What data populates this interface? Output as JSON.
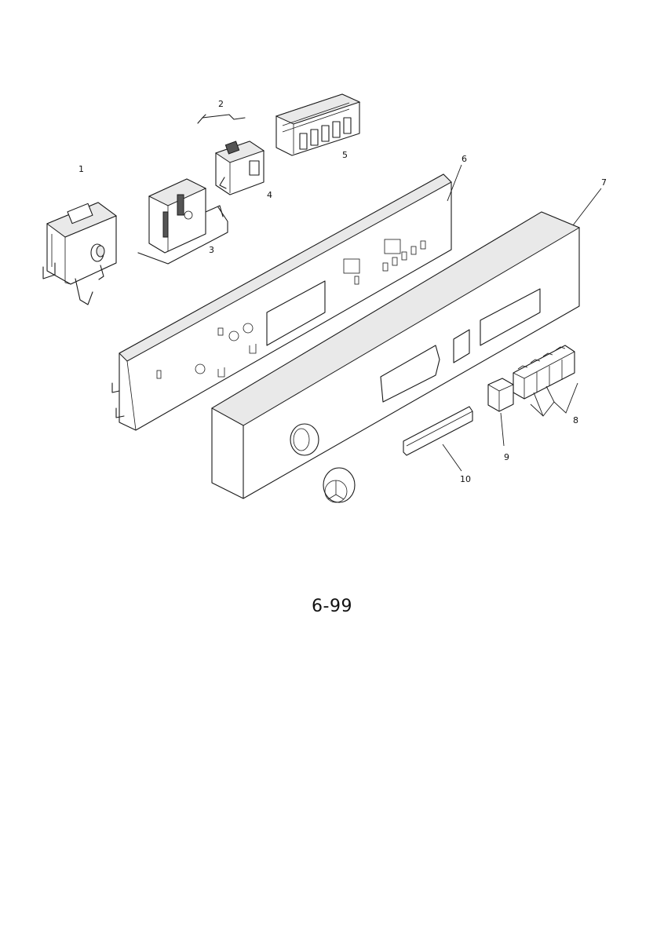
{
  "diagram": {
    "callouts": [
      {
        "id": "1",
        "text": "1"
      },
      {
        "id": "2",
        "text": "2"
      },
      {
        "id": "3",
        "text": "3"
      },
      {
        "id": "4",
        "text": "4"
      },
      {
        "id": "5",
        "text": "5"
      },
      {
        "id": "6",
        "text": "6"
      },
      {
        "id": "7",
        "text": "7"
      },
      {
        "id": "8",
        "text": "8"
      },
      {
        "id": "9",
        "text": "9"
      },
      {
        "id": "10",
        "text": "10"
      }
    ]
  },
  "page": {
    "number": "6-99"
  }
}
